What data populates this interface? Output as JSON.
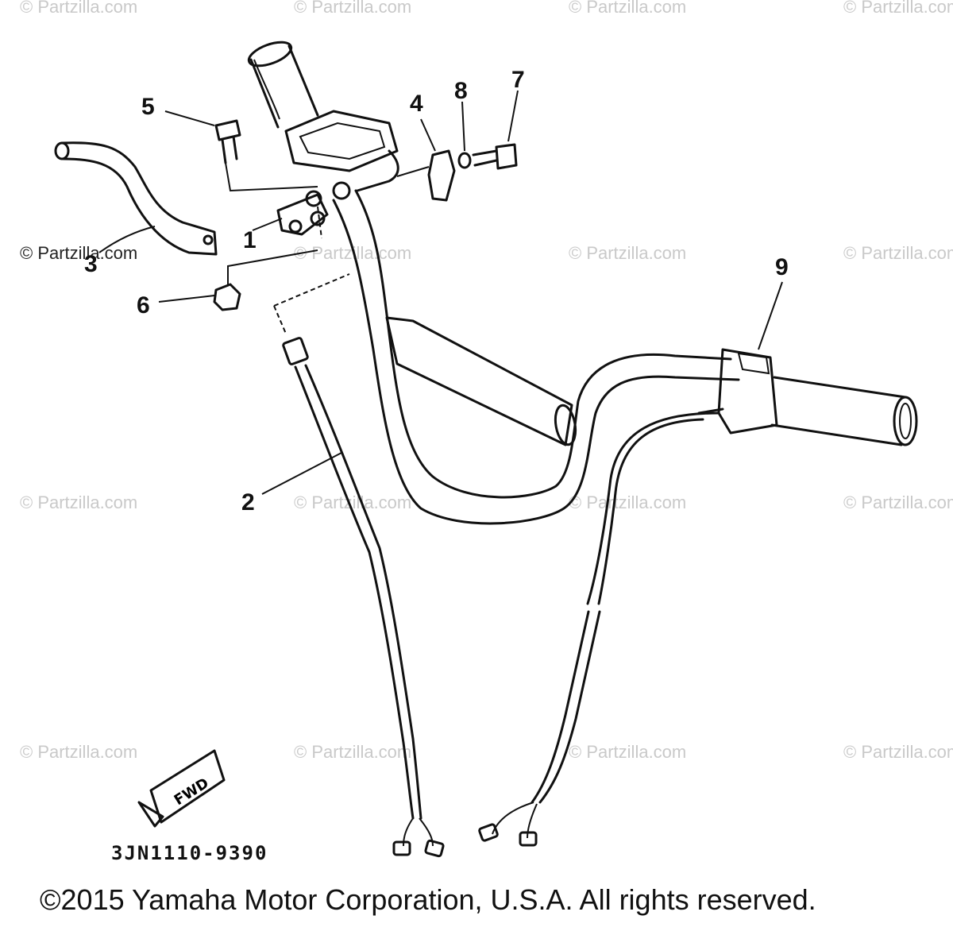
{
  "watermarks": [
    "© Partzilla.com",
    "© Partzilla.com",
    "© Partzilla.com",
    "© Partzilla.com",
    "© Partzilla.com",
    "© Partzilla.com",
    "© Partzilla.com",
    "© Partzilla.com",
    "© Partzilla.com",
    "© Partzilla.com",
    "© Partzilla.com",
    "© Partzilla.com",
    "© Partzilla.com",
    "© Partzilla.com",
    "© Partzilla.com",
    "© Partzilla.com"
  ],
  "callouts": [
    "1",
    "2",
    "3",
    "4",
    "5",
    "6",
    "7",
    "8",
    "9"
  ],
  "direction_arrow": {
    "label": "FWD"
  },
  "part_code": "3JN1110-9390",
  "copyright": "©2015 Yamaha Motor Corporation, U.S.A. All rights reserved."
}
